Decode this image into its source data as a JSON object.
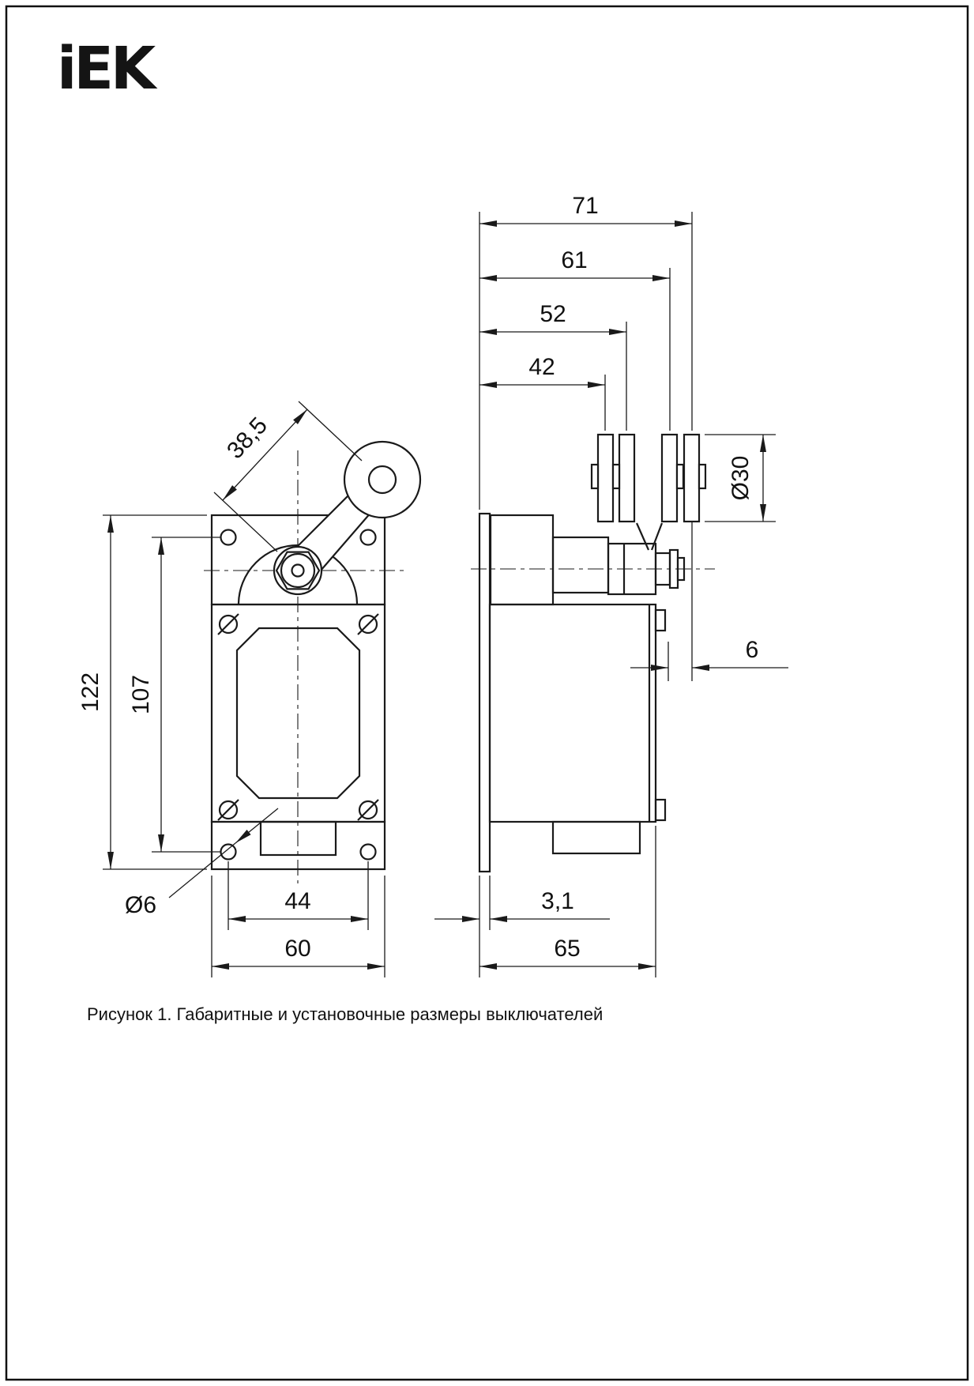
{
  "header": {
    "logo": "iEK"
  },
  "caption": "Рисунок 1. Габаритные и установочные размеры выключателей",
  "front_view": {
    "overall_height": "122",
    "hole_spacing_vertical": "107",
    "lever_length": "38,5",
    "hole_diameter": "Ø6",
    "hole_spacing_horizontal": "44",
    "overall_width": "60"
  },
  "side_view": {
    "roller_offset_71": "71",
    "roller_offset_61": "61",
    "roller_offset_52": "52",
    "roller_offset_42": "42",
    "roller_diameter": "Ø30",
    "gap_6": "6",
    "plate_thickness": "3,1",
    "overall_depth": "65"
  }
}
